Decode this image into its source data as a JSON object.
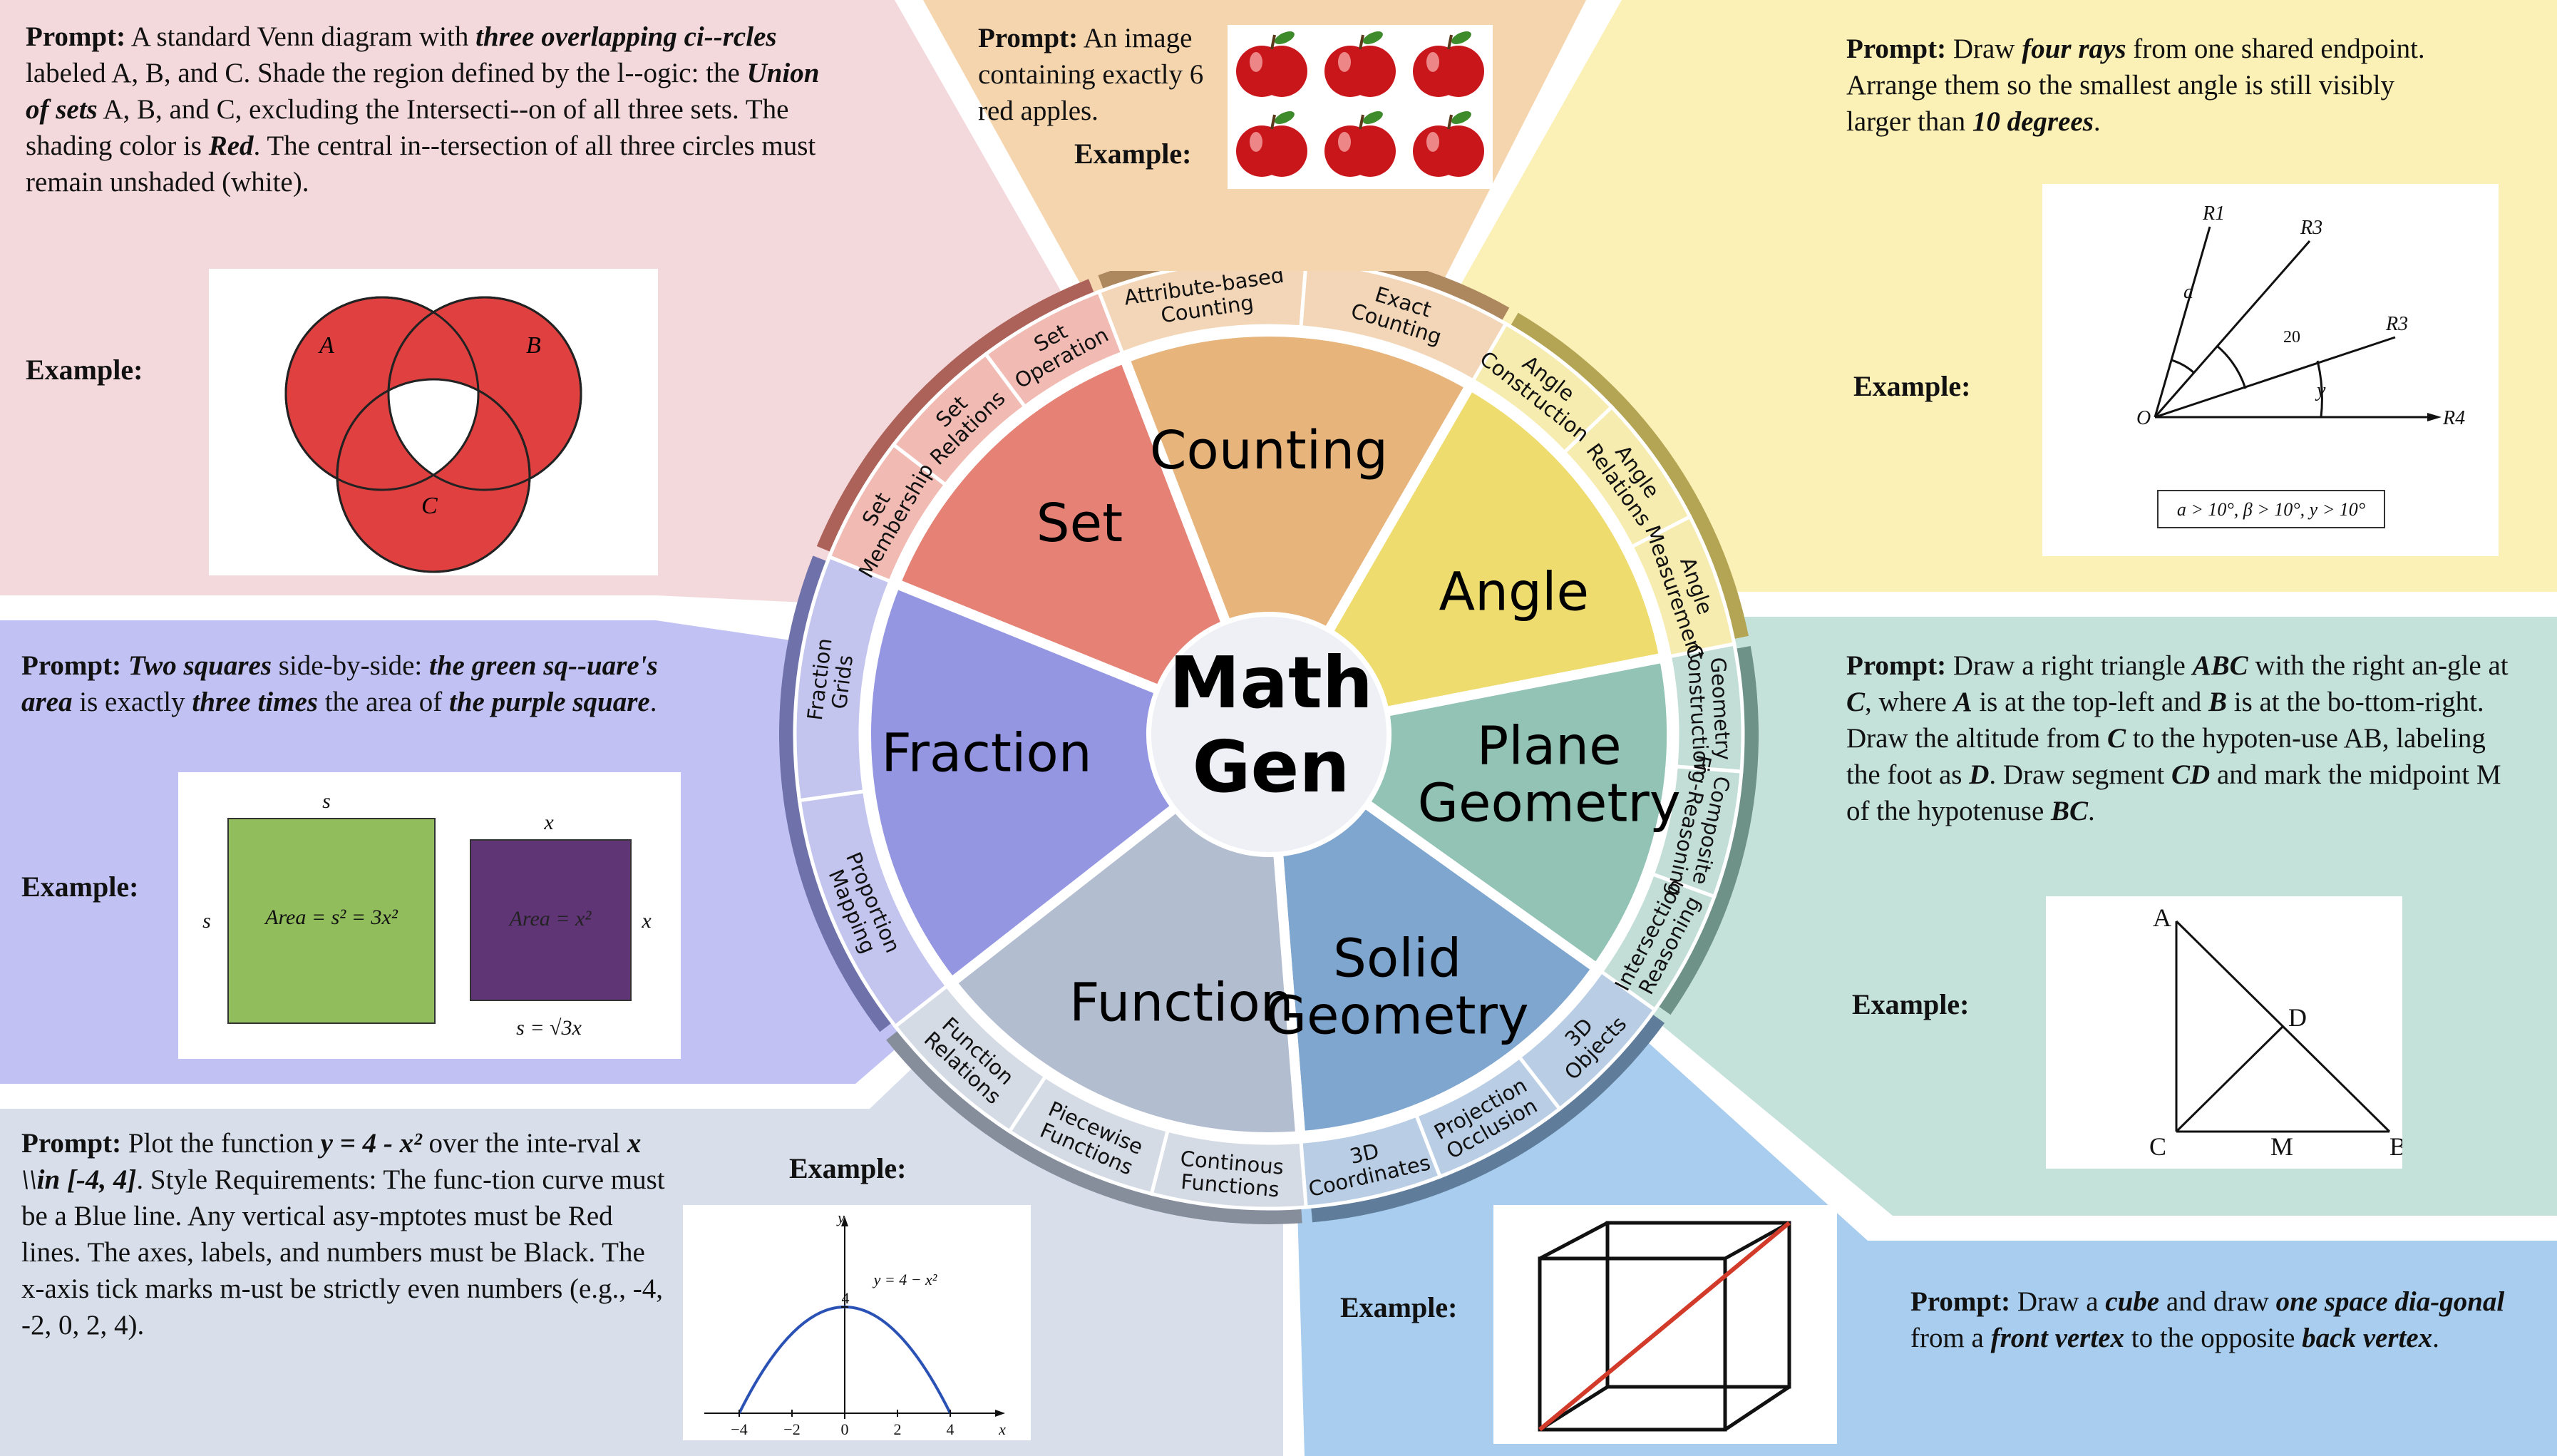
{
  "wheel": {
    "center_lines": [
      "Math",
      "Gen"
    ],
    "categories": [
      {
        "name": "counting",
        "lines": [
          "Counting"
        ],
        "color": "#e7b47c",
        "mid_angle": -90,
        "subs": [
          [
            "Attribute-based",
            "Counting"
          ],
          [
            "Exact",
            "Counting"
          ]
        ]
      },
      {
        "name": "angle",
        "lines": [
          "Angle"
        ],
        "color": "#eedc6e",
        "mid_angle": -30,
        "subs": [
          [
            "Angle",
            "Construction"
          ],
          [
            "Angle",
            "Relations"
          ],
          [
            "Angle",
            "Measurement"
          ]
        ]
      },
      {
        "name": "plane-geometry",
        "lines": [
          "Plane",
          "Geometry"
        ],
        "color": "#92c3b5",
        "mid_angle": 8,
        "subs": [
          [
            "Geometry",
            "Construction"
          ],
          [
            "Composite",
            "Fig-Reasoning"
          ],
          [
            "Intersection",
            "Reasoning"
          ]
        ]
      },
      {
        "name": "solid-geometry",
        "lines": [
          "Solid",
          "Geometry"
        ],
        "color": "#7fa6cf",
        "mid_angle": 63,
        "subs": [
          [
            "3D",
            "Objects"
          ],
          [
            "Projection",
            "Occlusion"
          ],
          [
            "3D",
            "Coordinates"
          ]
        ]
      },
      {
        "name": "function",
        "lines": [
          "Function"
        ],
        "color": "#b2bdd0",
        "mid_angle": 108,
        "subs": [
          [
            "Continous",
            "Functions"
          ],
          [
            "Piecewise",
            "Functions"
          ],
          [
            "Function",
            "Relations"
          ]
        ]
      },
      {
        "name": "fraction",
        "lines": [
          "Fraction"
        ],
        "color": "#9496e2",
        "mid_angle": 176,
        "subs": [
          [
            "Proportion",
            "Mapping"
          ],
          [
            "Fraction",
            "Grids"
          ]
        ]
      },
      {
        "name": "set",
        "lines": [
          "Set"
        ],
        "color": "#e58275",
        "mid_angle": -132,
        "subs": [
          [
            "Set",
            "Membership"
          ],
          [
            "Set",
            "Relations"
          ],
          [
            "Set",
            "Operation"
          ]
        ]
      }
    ]
  },
  "panels": {
    "set": {
      "prompt_label": "Prompt:",
      "prompt_parts": [
        {
          "t": " A standard Venn diagram with ",
          "b": false
        },
        {
          "t": "three overlapping ci-",
          "b": true
        },
        {
          "t": "-rcles",
          "b": true
        },
        {
          "t": " labeled A, B, and C. Shade the region defined by the l-",
          "b": false
        },
        {
          "t": "-ogic: the ",
          "b": false
        },
        {
          "t": "Union of sets",
          "b": true
        },
        {
          "t": " A, B, and C, excluding the Intersecti-",
          "b": false
        },
        {
          "t": "-on of all three sets. The shading color is ",
          "b": false
        },
        {
          "t": "Red",
          "b": true
        },
        {
          "t": ". The central in-",
          "b": false
        },
        {
          "t": "-tersection of all three circles must remain unshaded (white).",
          "b": false
        }
      ],
      "example_label": "Example:",
      "venn_labels": [
        "A",
        "B",
        "C"
      ],
      "shade_color": "#e04040"
    },
    "counting": {
      "prompt_label": "Prompt:",
      "prompt_parts": [
        {
          "t": " An image containing exactly 6 red apples.",
          "b": false
        }
      ],
      "example_label": "Example:",
      "apple_count": 6
    },
    "angle": {
      "prompt_label": "Prompt:",
      "prompt_parts": [
        {
          "t": " Draw ",
          "b": false
        },
        {
          "t": "four rays",
          "b": true
        },
        {
          "t": " from one shared endpoint. Arrange them so the smallest angle is still visibly larger than ",
          "b": false
        },
        {
          "t": "10 degrees",
          "b": true
        },
        {
          "t": ".",
          "b": false
        }
      ],
      "example_label": "Example:",
      "ray_labels": [
        "R1",
        "R3",
        "R3",
        "R4"
      ],
      "origin_label": "O",
      "angle_labels": [
        "a",
        "20",
        "y"
      ],
      "constraint": "a > 10°, β > 10°, y > 10°"
    },
    "fraction": {
      "prompt_label": "Prompt:",
      "prompt_parts": [
        {
          "t": " ",
          "b": false
        },
        {
          "t": "Two squares",
          "b": true
        },
        {
          "t": " side-by-side: ",
          "b": false
        },
        {
          "t": "the green sq-",
          "b": true
        },
        {
          "t": "-uare's area",
          "b": true
        },
        {
          "t": " is exactly ",
          "b": false
        },
        {
          "t": "three times",
          "b": true
        },
        {
          "t": " the area of ",
          "b": false
        },
        {
          "t": "the purple square",
          "b": true
        },
        {
          "t": ".",
          "b": false
        }
      ],
      "example_label": "Example:",
      "green_area": "Area = s² = 3x²",
      "purple_area": "Area = x²",
      "side_s": "s",
      "side_x": "x",
      "relation": "s = √3x",
      "green_color": "#92bd5c",
      "purple_color": "#5f3575"
    },
    "plane": {
      "prompt_label": "Prompt:",
      "prompt_parts": [
        {
          "t": " Draw a right triangle ",
          "b": false
        },
        {
          "t": "ABC",
          "b": true
        },
        {
          "t": " with the right an-gle at ",
          "b": false
        },
        {
          "t": "C",
          "b": true
        },
        {
          "t": ", where ",
          "b": false
        },
        {
          "t": "A",
          "b": true
        },
        {
          "t": " is at the top-left and ",
          "b": false
        },
        {
          "t": "B",
          "b": true
        },
        {
          "t": " is at the bo-ttom-right. Draw the altitude from ",
          "b": false
        },
        {
          "t": "C",
          "b": true
        },
        {
          "t": " to the hypoten-use AB, labeling the foot as ",
          "b": false
        },
        {
          "t": "D",
          "b": true
        },
        {
          "t": ". Draw segment ",
          "b": false
        },
        {
          "t": "CD",
          "b": true
        },
        {
          "t": " and mark the midpoint M of the hypotenuse ",
          "b": false
        },
        {
          "t": "BC",
          "b": true
        },
        {
          "t": ".",
          "b": false
        }
      ],
      "example_label": "Example:",
      "point_labels": [
        "A",
        "D",
        "C",
        "M",
        "B"
      ]
    },
    "function": {
      "prompt_label": "Prompt:",
      "prompt_parts": [
        {
          "t": " Plot the function ",
          "b": false
        },
        {
          "t": "y = 4 - x²",
          "b": true
        },
        {
          "t": " over the inte-rval ",
          "b": false
        },
        {
          "t": "x \\\\in [-4, 4]",
          "b": true
        },
        {
          "t": ". Style Requirements: The func-tion curve must be a Blue line. Any vertical asy-mptotes must be Red lines. The axes, labels, and numbers must be Black. The x-axis tick marks m-ust be strictly even numbers (e.g., -4, -2, 0, 2, 4).",
          "b": false
        }
      ],
      "example_label": "Example:",
      "curve_label": "y = 4 − x²",
      "x_ticks": [
        "−4",
        "−2",
        "0",
        "2",
        "4"
      ],
      "y_tick": "4",
      "x_axis_label": "x",
      "y_axis_label": "y"
    },
    "solid": {
      "prompt_label": "Prompt:",
      "prompt_parts": [
        {
          "t": " Draw a ",
          "b": false
        },
        {
          "t": "cube",
          "b": true
        },
        {
          "t": " and draw ",
          "b": false
        },
        {
          "t": "one space dia-gonal",
          "b": true
        },
        {
          "t": " from a ",
          "b": false
        },
        {
          "t": "front vertex",
          "b": true
        },
        {
          "t": " to the opposite ",
          "b": false
        },
        {
          "t": "back vertex",
          "b": true
        },
        {
          "t": ".",
          "b": false
        }
      ],
      "example_label": "Example:",
      "diagonal_color": "#d23a2a"
    }
  },
  "colors": {
    "set_bg": "#f3d9dc",
    "counting_bg": "#f5d5ae",
    "angle_bg": "#fbf0b5",
    "fraction_bg": "#c1c2f3",
    "plane_bg": "#c5e2da",
    "function_bg": "#d8dfeb",
    "solid_bg": "#a8cdee"
  }
}
